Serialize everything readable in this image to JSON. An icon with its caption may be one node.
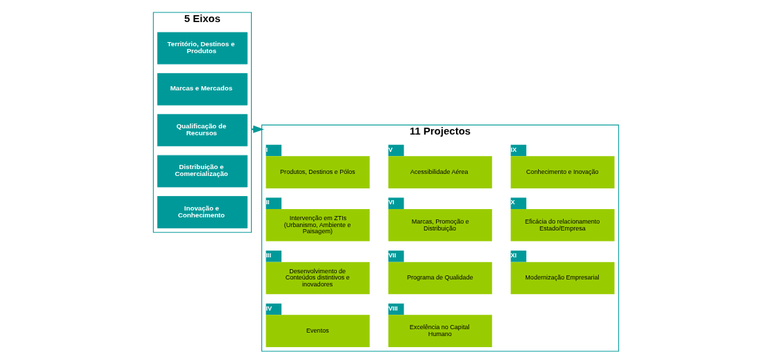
{
  "diagram": {
    "nodes": [
      {
        "text": [
          "5 Eixos"
        ]
      },
      {
        "text": [
          "Território, Destinos e Produtos"
        ],
        "in": 0
      },
      {
        "text": [
          "Marcas e Mercados"
        ],
        "in": 0
      },
      {
        "text": [
          "Qualificação de Recursos"
        ],
        "in": 0
      },
      {
        "text": [
          "Distribuição e Comercialização"
        ],
        "in": 0
      },
      {
        "text": [
          "Inovação e Conhecimento"
        ],
        "in": 0
      },
      {
        "text": [
          "11 Projectos"
        ]
      },
      {
        "text": [
          "I",
          "Produtos, Destinos e Pólos"
        ],
        "in": 6
      },
      {
        "text": [
          "II",
          "Intervenção em ZTIs (Urbanismo, Ambiente e Paisagem)"
        ],
        "in": 6
      },
      {
        "text": [
          "III",
          "Desenvolvimento de Conteúdos distintivos e inovadores"
        ],
        "in": 6
      },
      {
        "text": [
          "IV",
          "Eventos"
        ],
        "in": 6
      },
      {
        "text": [
          "V",
          "Acessibilidade Aérea"
        ],
        "in": 6
      },
      {
        "text": [
          "VI",
          "Marcas, Promoção e Distribuição"
        ],
        "in": 6
      },
      {
        "text": [
          "VII",
          "Programa de Qualidade"
        ],
        "in": 6
      },
      {
        "text": [
          "VIII",
          "Excelência no Capital Humano"
        ],
        "in": 6
      },
      {
        "text": [
          "IX",
          "Conhecimento e Inovação"
        ],
        "in": 6
      },
      {
        "text": [
          "X",
          "Eficácia do relacionamento Estado/Empresa"
        ],
        "in": 6
      },
      {
        "text": [
          "XI",
          "Modernização Empresarial"
        ],
        "in": 6
      }
    ],
    "edges": [
      {
        "from": 0,
        "to": 6,
        "arrow": "to"
      }
    ]
  }
}
